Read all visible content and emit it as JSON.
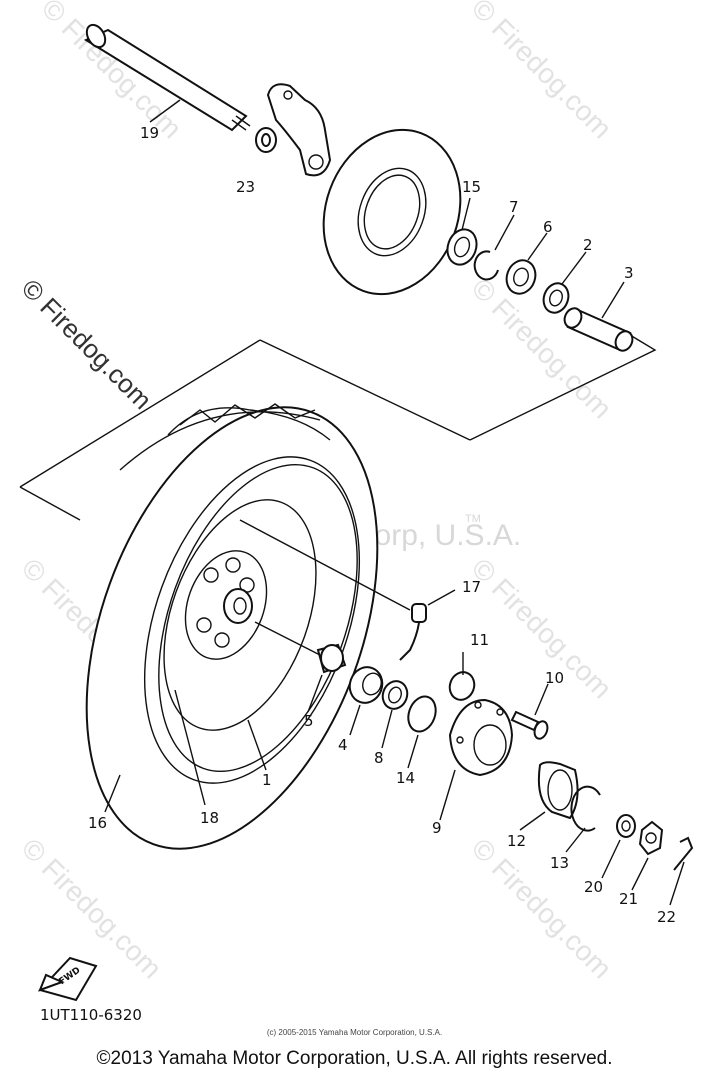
{
  "watermarks": {
    "site": "© Firedog.com",
    "brand": "Yamaha Motor Corp, U.S.A.",
    "tm": "TM"
  },
  "labels": {
    "p1": "1",
    "p2": "2",
    "p3": "3",
    "p4": "4",
    "p5": "5",
    "p6": "6",
    "p7": "7",
    "p8": "8",
    "p9": "9",
    "p10": "10",
    "p11": "11",
    "p12": "12",
    "p13": "13",
    "p14": "14",
    "p15": "15",
    "p16": "16",
    "p17": "17",
    "p18": "18",
    "p19": "19",
    "p20": "20",
    "p21": "21",
    "p22": "22",
    "p23": "23"
  },
  "fwd": "FWD",
  "diagram_code": "1UT110-6320",
  "small_credit": "(c) 2005-2015 Yamaha Motor Corporation, U.S.A.",
  "copyright": "©2013 Yamaha Motor Corporation, U.S.A. All rights reserved."
}
